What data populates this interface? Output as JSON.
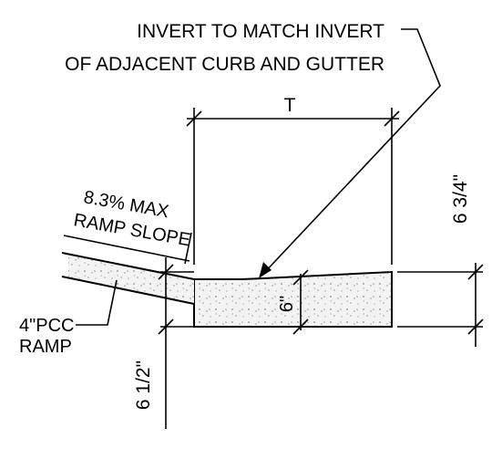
{
  "labels": {
    "invert_line1": "INVERT TO MATCH INVERT",
    "invert_line2": "OF ADJACENT CURB AND GUTTER",
    "dim_t": "T",
    "slope_line1": "8.3% MAX",
    "slope_line2": "RAMP SLOPE",
    "dim_right": "6 3/4\"",
    "dim_inner": "6\"",
    "ramp_line1": "4\"PCC",
    "ramp_line2": "RAMP",
    "dim_left": "6 1/2\""
  },
  "colors": {
    "line": "#000000",
    "concrete_fill": "#f2f2f2",
    "aggregate": "#8a8a8a"
  }
}
